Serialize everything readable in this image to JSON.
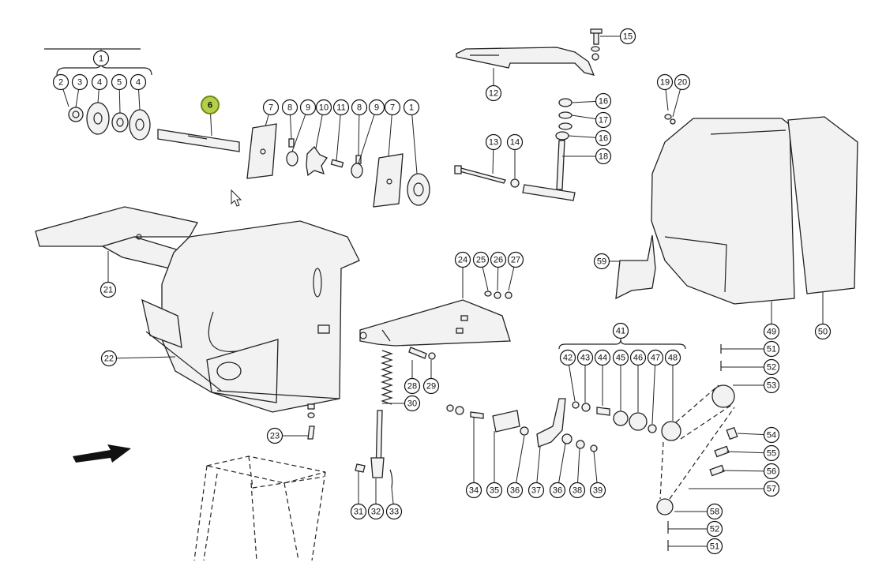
{
  "diagram": {
    "highlight_color": "#b5cf4a",
    "callouts": [
      {
        "id": "c1a",
        "text": "1"
      },
      {
        "id": "c2",
        "text": "2"
      },
      {
        "id": "c3",
        "text": "3"
      },
      {
        "id": "c4a",
        "text": "4"
      },
      {
        "id": "c5",
        "text": "5"
      },
      {
        "id": "c4b",
        "text": "4"
      },
      {
        "id": "c6",
        "text": "6",
        "highlight": true
      },
      {
        "id": "c7a",
        "text": "7"
      },
      {
        "id": "c8a",
        "text": "8"
      },
      {
        "id": "c9a",
        "text": "9"
      },
      {
        "id": "c10",
        "text": "10"
      },
      {
        "id": "c11",
        "text": "11"
      },
      {
        "id": "c8b",
        "text": "8"
      },
      {
        "id": "c9b",
        "text": "9"
      },
      {
        "id": "c7b",
        "text": "7"
      },
      {
        "id": "c1b",
        "text": "1"
      },
      {
        "id": "c12",
        "text": "12"
      },
      {
        "id": "c13",
        "text": "13"
      },
      {
        "id": "c14",
        "text": "14"
      },
      {
        "id": "c15",
        "text": "15"
      },
      {
        "id": "c16a",
        "text": "16"
      },
      {
        "id": "c17",
        "text": "17"
      },
      {
        "id": "c16b",
        "text": "16"
      },
      {
        "id": "c18",
        "text": "18"
      },
      {
        "id": "c19",
        "text": "19"
      },
      {
        "id": "c20",
        "text": "20"
      },
      {
        "id": "c21",
        "text": "21"
      },
      {
        "id": "c22",
        "text": "22"
      },
      {
        "id": "c23",
        "text": "23"
      },
      {
        "id": "c24",
        "text": "24"
      },
      {
        "id": "c25",
        "text": "25"
      },
      {
        "id": "c26",
        "text": "26"
      },
      {
        "id": "c27",
        "text": "27"
      },
      {
        "id": "c28",
        "text": "28"
      },
      {
        "id": "c29",
        "text": "29"
      },
      {
        "id": "c30",
        "text": "30"
      },
      {
        "id": "c31",
        "text": "31"
      },
      {
        "id": "c32",
        "text": "32"
      },
      {
        "id": "c33",
        "text": "33"
      },
      {
        "id": "c34",
        "text": "34"
      },
      {
        "id": "c35",
        "text": "35"
      },
      {
        "id": "c36a",
        "text": "36"
      },
      {
        "id": "c37",
        "text": "37"
      },
      {
        "id": "c36b",
        "text": "36"
      },
      {
        "id": "c38",
        "text": "38"
      },
      {
        "id": "c39",
        "text": "39"
      },
      {
        "id": "c41",
        "text": "41"
      },
      {
        "id": "c42",
        "text": "42"
      },
      {
        "id": "c43",
        "text": "43"
      },
      {
        "id": "c44",
        "text": "44"
      },
      {
        "id": "c45",
        "text": "45"
      },
      {
        "id": "c46",
        "text": "46"
      },
      {
        "id": "c47",
        "text": "47"
      },
      {
        "id": "c48",
        "text": "48"
      },
      {
        "id": "c49",
        "text": "49"
      },
      {
        "id": "c50",
        "text": "50"
      },
      {
        "id": "c51a",
        "text": "51"
      },
      {
        "id": "c52a",
        "text": "52"
      },
      {
        "id": "c53",
        "text": "53"
      },
      {
        "id": "c54",
        "text": "54"
      },
      {
        "id": "c55",
        "text": "55"
      },
      {
        "id": "c56",
        "text": "56"
      },
      {
        "id": "c57",
        "text": "57"
      },
      {
        "id": "c58",
        "text": "58"
      },
      {
        "id": "c52b",
        "text": "52"
      },
      {
        "id": "c51b",
        "text": "51"
      },
      {
        "id": "c59",
        "text": "59"
      }
    ]
  }
}
